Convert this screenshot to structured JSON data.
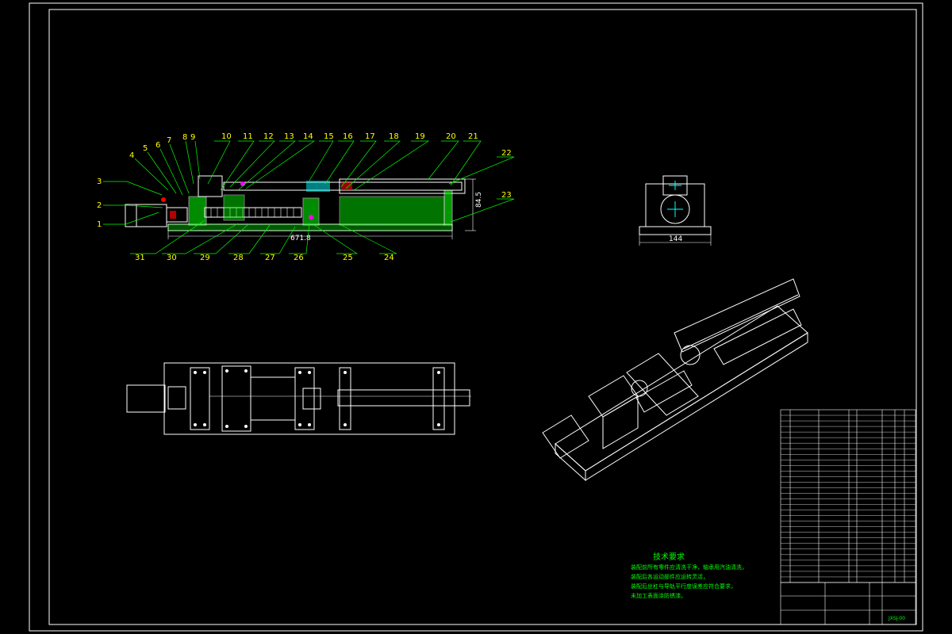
{
  "drawing": {
    "callouts_top": [
      "1",
      "2",
      "3",
      "4",
      "5",
      "6",
      "7",
      "8",
      "9",
      "10",
      "11",
      "12",
      "13",
      "14",
      "15",
      "16",
      "17",
      "18",
      "19",
      "20",
      "21",
      "22",
      "23"
    ],
    "callouts_bottom": [
      "31",
      "30",
      "29",
      "28",
      "27",
      "26",
      "25",
      "24"
    ],
    "dim_length": "671.8",
    "dim_height": "84.5",
    "dim_width": "144",
    "notes_title": "技术要求",
    "notes_lines": [
      "装配前所有零件应清洗干净，轴承用汽油清洗，",
      "装配后各运动部件应运转灵活，",
      "装配后丝杠与导轨平行度误差应符合要求，",
      "未加工表面涂防锈漆。"
    ],
    "title_block_code": "JXSJ-00"
  },
  "colors": {
    "background": "#000000",
    "line": "#ffffff",
    "callout": "#ffff00",
    "leader": "#00ff00",
    "part_green": "#00ff00",
    "part_cyan": "#00ffff",
    "part_red": "#ff0000",
    "part_magenta": "#ff00ff",
    "table_text": "#00ff00"
  }
}
